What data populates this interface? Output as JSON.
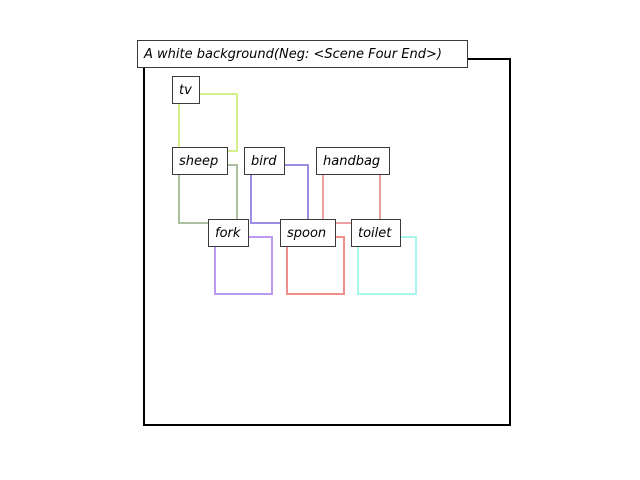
{
  "caption": "A white background(Neg: <Scene Four End>)",
  "objects": [
    {
      "label": "tv",
      "color": "#d4f08a"
    },
    {
      "label": "sheep",
      "color": "#a9bfa0"
    },
    {
      "label": "bird",
      "color": "#9a8ee2"
    },
    {
      "label": "handbag",
      "color": "#eda0a4"
    },
    {
      "label": "fork",
      "color": "#bb9aee"
    },
    {
      "label": "spoon",
      "color": "#ef8f8b"
    },
    {
      "label": "toilet",
      "color": "#a8f7ee"
    }
  ]
}
